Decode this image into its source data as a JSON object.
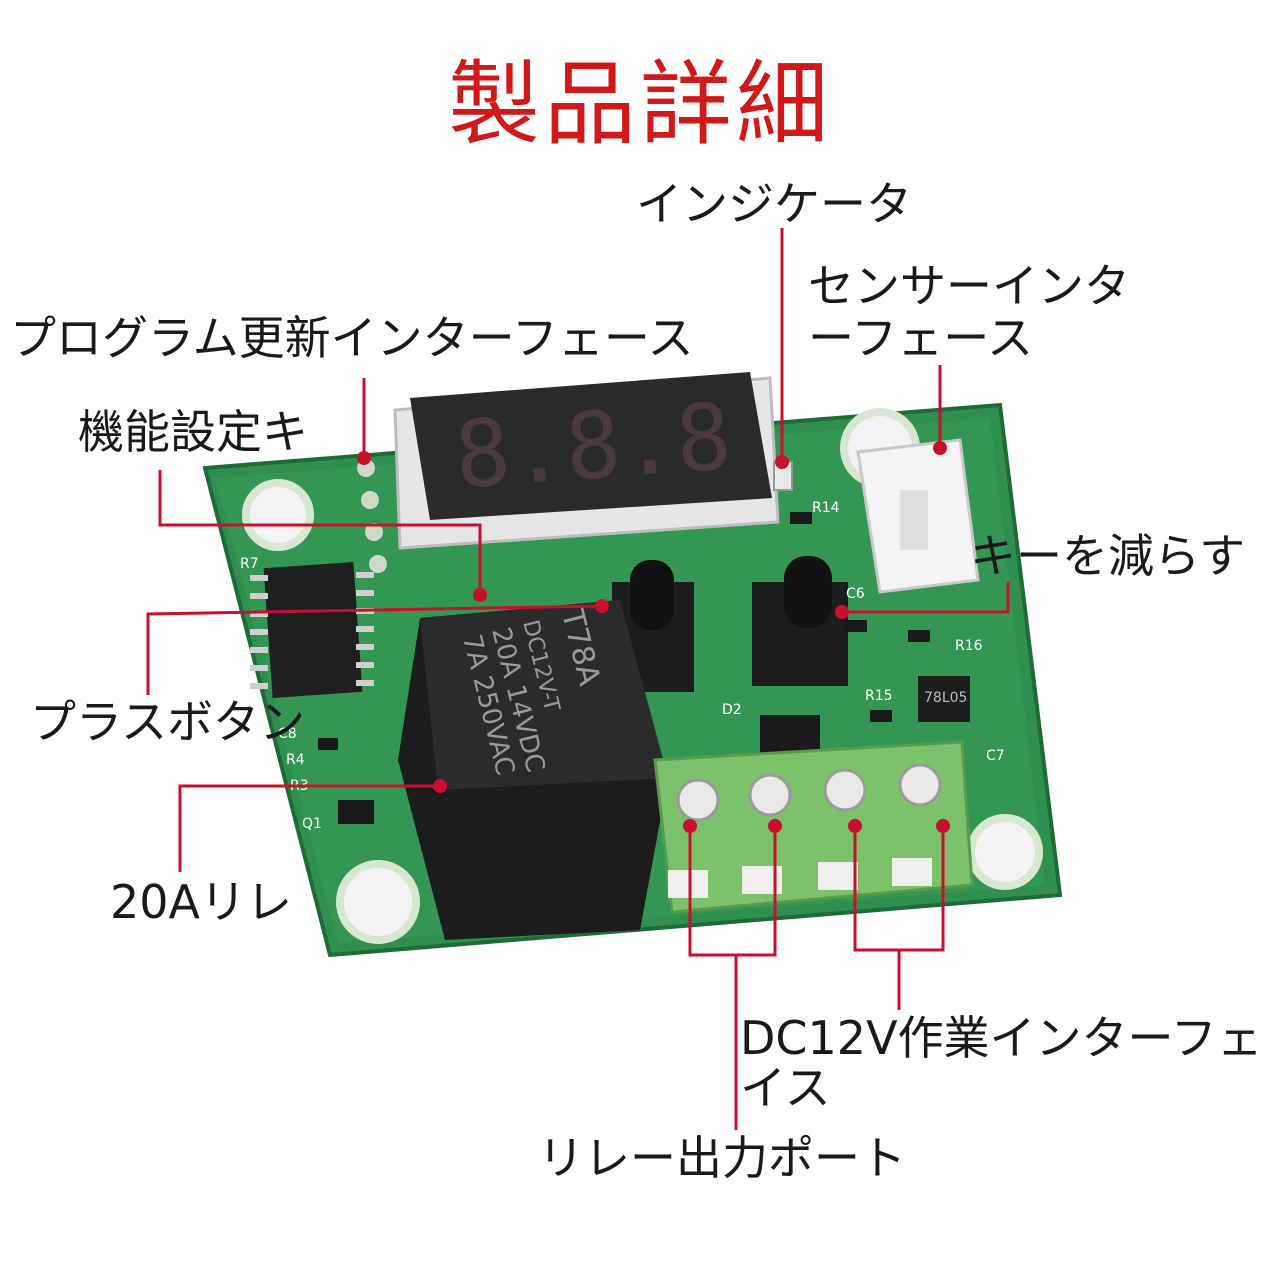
{
  "title": "製品詳細",
  "board": {
    "display_digits": "8.8.8",
    "relay_text": [
      "T78A",
      "DC12V-T",
      "20A 14VDC",
      "7A 250VAC"
    ],
    "components": {
      "r7": "R7",
      "r14": "R14",
      "c6": "C6",
      "r16": "R16",
      "r15": "R15",
      "d2": "D2",
      "c8": "C8",
      "r4": "R4",
      "r3": "R3",
      "q1": "Q1",
      "c7": "C7",
      "reg": "78L05"
    }
  },
  "labels": {
    "indicator": "インジケータ",
    "sensor_interface_line1": "センサーインタ",
    "sensor_interface_line2": "ーフェース",
    "program_update": "プログラム更新インターフェース",
    "function_key": "機能設定キ",
    "minus_key": "キーを減らす",
    "plus_button": "プラスボタン",
    "relay": "20Aリレ",
    "dc12v_line1": "DC12V作業インターフェ",
    "dc12v_line2": "イス",
    "relay_output": "リレー出力ポート"
  },
  "colors": {
    "title": "#d11919",
    "leader": "#c8102e",
    "pcb": "#2f8f4e",
    "terminal": "#7cc26a",
    "relay": "#1c1c1c"
  }
}
